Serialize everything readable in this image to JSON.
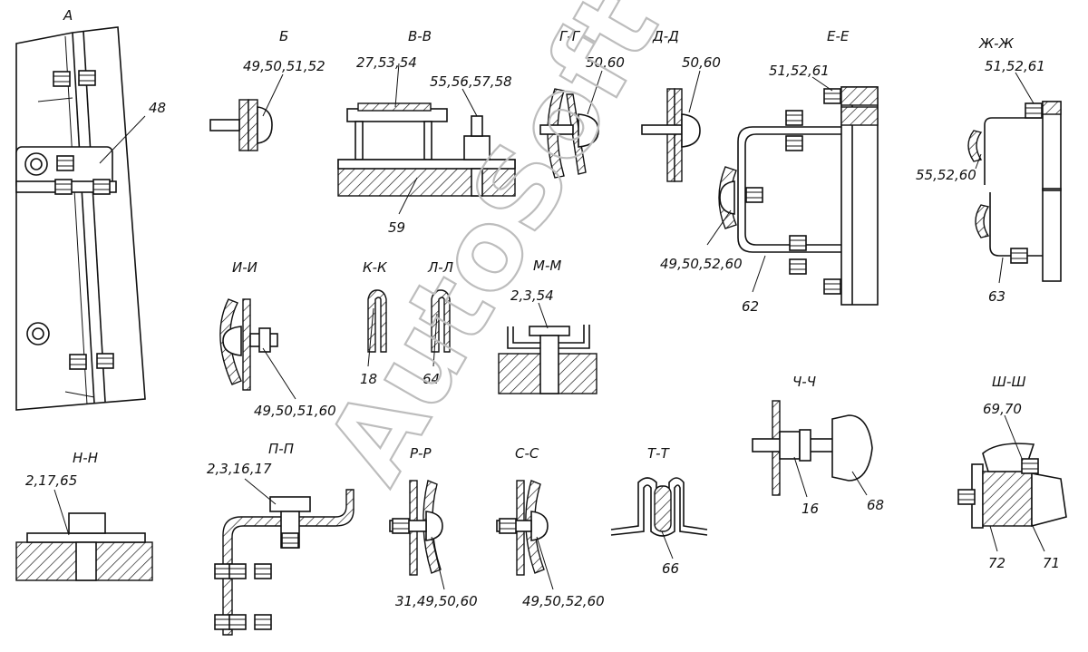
{
  "watermark": "AutoSoft",
  "sections": [
    {
      "id": "A",
      "title": "А",
      "labels": [
        "48"
      ]
    },
    {
      "id": "B",
      "title": "Б",
      "labels": [
        "49,50,51,52"
      ]
    },
    {
      "id": "VV",
      "title": "В-В",
      "labels": [
        "27,53,54",
        "55,56,57,58",
        "59"
      ]
    },
    {
      "id": "GG",
      "title": "Г-Г",
      "labels": [
        "50,60"
      ]
    },
    {
      "id": "DD",
      "title": "Д-Д",
      "labels": [
        "50,60"
      ]
    },
    {
      "id": "EE",
      "title": "Е-Е",
      "labels": [
        "51,52,61",
        "49,50,52,60",
        "62"
      ]
    },
    {
      "id": "ZhZh",
      "title": "Ж-Ж",
      "labels": [
        "51,52,61",
        "55,52,60",
        "63"
      ]
    },
    {
      "id": "II",
      "title": "И-И",
      "labels": [
        "49,50,51,60"
      ]
    },
    {
      "id": "KK",
      "title": "К-К",
      "labels": [
        "18"
      ]
    },
    {
      "id": "LL",
      "title": "Л-Л",
      "labels": [
        "64"
      ]
    },
    {
      "id": "MM",
      "title": "М-М",
      "labels": [
        "2,3,54"
      ]
    },
    {
      "id": "NN",
      "title": "Н-Н",
      "labels": [
        "2,17,65"
      ]
    },
    {
      "id": "PP",
      "title": "П-П",
      "labels": [
        "2,3,16,17"
      ]
    },
    {
      "id": "RR",
      "title": "Р-Р",
      "labels": [
        "31,49,50,60"
      ]
    },
    {
      "id": "SS",
      "title": "С-С",
      "labels": [
        "49,50,52,60"
      ]
    },
    {
      "id": "TT",
      "title": "Т-Т",
      "labels": [
        "66"
      ]
    },
    {
      "id": "ChCh",
      "title": "Ч-Ч",
      "labels": [
        "16",
        "68"
      ]
    },
    {
      "id": "ShSh",
      "title": "Ш-Ш",
      "labels": [
        "69,70",
        "72",
        "71"
      ]
    }
  ]
}
